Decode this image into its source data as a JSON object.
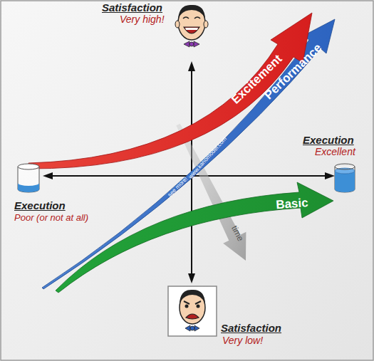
{
  "diagram": {
    "labels": [
      "Satisfaction",
      "Very high!",
      "Excitement",
      "Performance",
      "Execution",
      "Excellent",
      "Execution",
      "Poor (or not at all)",
      "www.kanomodel.com",
      "see more!",
      "Basic",
      "time",
      "Satisfaction",
      "Very low!"
    ]
  }
}
